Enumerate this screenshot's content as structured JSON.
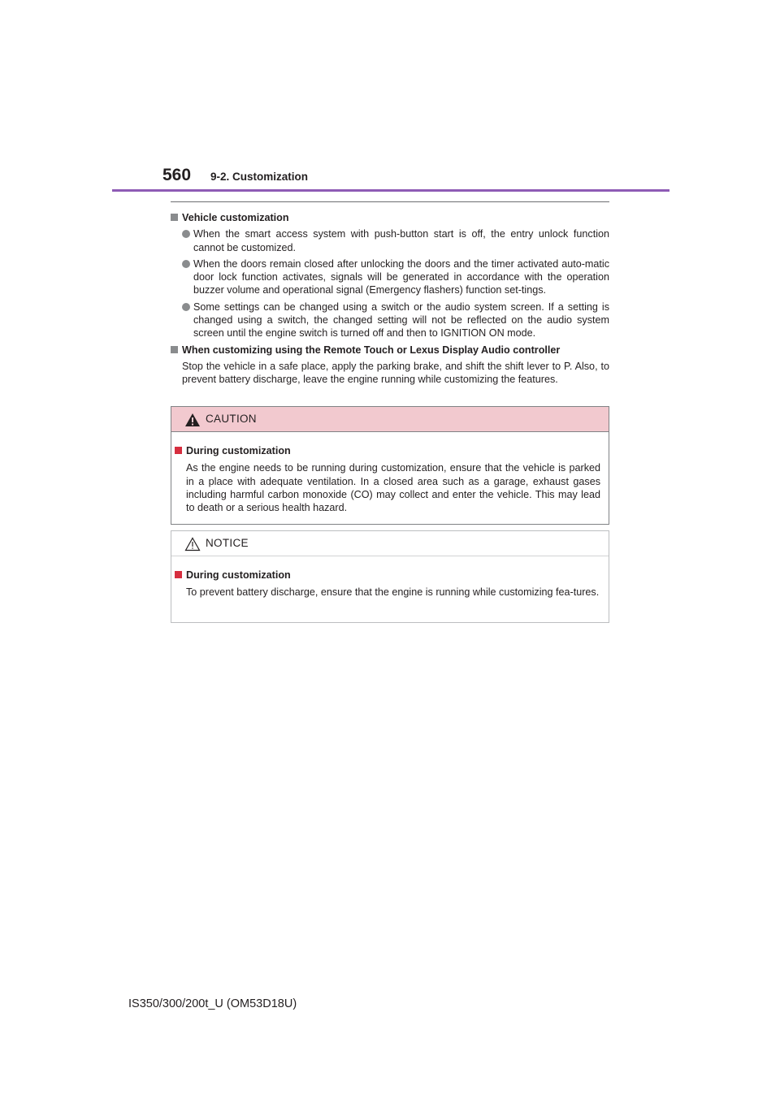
{
  "header": {
    "page_number": "560",
    "section": "9-2. Customization"
  },
  "content": {
    "heading1": "Vehicle customization",
    "bullets": [
      "When the smart access system with push-button start is off, the entry unlock function cannot be customized.",
      "When the doors remain closed after unlocking the doors and the timer activated auto-matic door lock function activates, signals will be generated in accordance with the operation buzzer volume and operational signal (Emergency flashers) function set-tings.",
      "Some settings can be changed using a switch or the audio system screen. If a setting is changed using a switch, the changed setting will not be reflected on the audio system screen until the engine switch is turned off and then to IGNITION ON mode."
    ],
    "heading2": "When customizing using the Remote Touch or Lexus Display Audio controller",
    "paragraph2": "Stop the vehicle in a safe place, apply the parking brake, and shift the shift lever to P. Also, to prevent battery discharge, leave the engine running while customizing the features."
  },
  "caution": {
    "title": "CAUTION",
    "heading": "During customization",
    "text": "As the engine needs to be running during customization, ensure that the vehicle is parked in a place with adequate ventilation. In a closed area such as a garage, exhaust gases including harmful carbon monoxide (CO) may collect and enter the vehicle. This may lead to death or a serious health hazard."
  },
  "notice": {
    "title": "NOTICE",
    "heading": "During customization",
    "text": "To prevent battery discharge, ensure that the engine is running while customizing fea-tures."
  },
  "footer": {
    "model": "IS350/300/200t_U (OM53D18U)"
  },
  "colors": {
    "accent_rule": "#8e5bb5",
    "caution_header": "#f2c9cf",
    "bullet_gray": "#8a8c8e"
  }
}
